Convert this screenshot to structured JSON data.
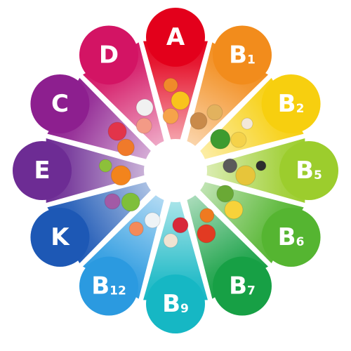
{
  "vitamins": [
    {
      "key": "A",
      "letter": "A",
      "sub": "",
      "color": "#e3001b",
      "foods": [
        "grapefruit-icon",
        "orange-slice-icon",
        "apricot-icon"
      ]
    },
    {
      "key": "B1",
      "letter": "B",
      "sub": "1",
      "color": "#f28c1c",
      "foods": [
        "bread-icon",
        "potato-icon"
      ]
    },
    {
      "key": "B2",
      "letter": "B",
      "sub": "2",
      "color": "#f7cf0f",
      "foods": [
        "broccoli-icon",
        "cheese-icon",
        "egg-icon"
      ]
    },
    {
      "key": "B5",
      "letter": "B",
      "sub": "5",
      "color": "#9ccd2d",
      "foods": [
        "sunflower-seeds-icon",
        "olive-oil-icon",
        "olives-icon"
      ]
    },
    {
      "key": "B6",
      "letter": "B",
      "sub": "6",
      "color": "#55b531",
      "foods": [
        "avocado-icon",
        "banana-icon"
      ]
    },
    {
      "key": "B7",
      "letter": "B",
      "sub": "7",
      "color": "#17a045",
      "foods": [
        "carrot-icon",
        "tomato-icon"
      ]
    },
    {
      "key": "B9",
      "letter": "B",
      "sub": "9",
      "color": "#16b7c4",
      "foods": [
        "strawberry-icon",
        "mushroom-icon"
      ]
    },
    {
      "key": "B12",
      "letter": "B",
      "sub": "12",
      "color": "#2b9ae0",
      "foods": [
        "milk-bottle-icon",
        "shrimp-icon"
      ]
    },
    {
      "key": "K",
      "letter": "K",
      "sub": "",
      "color": "#1d58b5",
      "foods": [
        "pear-icon",
        "cauliflower-icon"
      ]
    },
    {
      "key": "E",
      "letter": "E",
      "sub": "",
      "color": "#6d2c94",
      "foods": [
        "pumpkin-icon",
        "kiwi-icon"
      ]
    },
    {
      "key": "C",
      "letter": "C",
      "sub": "",
      "color": "#8d1f8f",
      "foods": [
        "papaya-icon",
        "watermelon-icon"
      ]
    },
    {
      "key": "D",
      "letter": "D",
      "sub": "",
      "color": "#d31464",
      "foods": [
        "salmon-icon",
        "milk-carton-icon"
      ]
    }
  ]
}
